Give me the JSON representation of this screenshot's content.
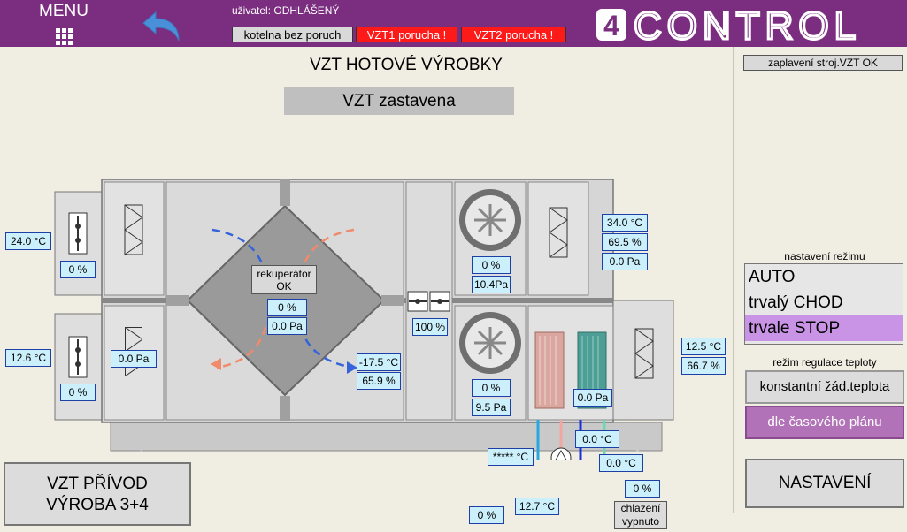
{
  "header": {
    "menu_label": "MENU",
    "user_label": "uživatel: ODHLÁŠENÝ",
    "alarms": [
      {
        "label": "kotelna bez poruch",
        "color": "#d9d9d9"
      },
      {
        "label": "VZT1 porucha !",
        "color": "#ff1a1a"
      },
      {
        "label": "VZT2 porucha !",
        "color": "#ff1a1a"
      }
    ],
    "logo_mark": "4",
    "logo_text": "CONTROL",
    "brand_color": "#7b2d80"
  },
  "main": {
    "title": "VZT HOTOVÉ VÝROBKY",
    "status": "VZT zastavena",
    "bottom_button": {
      "line1": "VZT PŘÍVOD",
      "line2": "VÝROBA 3+4"
    }
  },
  "unit": {
    "outdoor_temp": "24.0 °C",
    "outdoor_damper": "0  %",
    "exhaust_temp": "12.6 °C",
    "exhaust_damper": "0  %",
    "exhaust_filter_pressure": "0.0  Pa",
    "recuperator_label": "rekuperátor",
    "recuperator_state": "OK",
    "recuperator_percent": "0  %",
    "recuperator_pressure": "0.0 Pa",
    "after_recup_temp": "-17.5 °C",
    "after_recup_humidity": "65.9  %",
    "bypass_damper": "100 %",
    "fan_top_speed": "0  %",
    "fan_top_pressure": "10.4Pa",
    "fan_bottom_speed": "0  %",
    "fan_bottom_pressure": "9.5 Pa",
    "top_right_temp": "34.0 °C",
    "top_right_humidity": "69.5  %",
    "top_right_pressure": "0.0  Pa",
    "supply_temp": "12.5 °C",
    "supply_humidity": "66.7  %",
    "cooler_pressure": "0.0 Pa",
    "return_water_temp": "0.0  °C",
    "cooling_temp": "0.0  °C",
    "cooling_valve": "0  %",
    "heating_supply_temp": "***** °C",
    "heating_return_temp": "12.7 °C",
    "heating_valve": "0  %",
    "cooling_status": "chlazení vypnuto"
  },
  "right_panel": {
    "flood_status": "zaplavení stroj.VZT OK",
    "mode_title": "nastavení režimu",
    "modes": [
      "AUTO",
      "trvalý CHOD",
      "trvale STOP"
    ],
    "selected_mode": "trvale STOP",
    "regulation_title": "režim regulace teploty",
    "regulation_options": [
      "konstantní žád.teplota",
      "dle časového plánu"
    ],
    "settings_label": "NASTAVENÍ"
  }
}
